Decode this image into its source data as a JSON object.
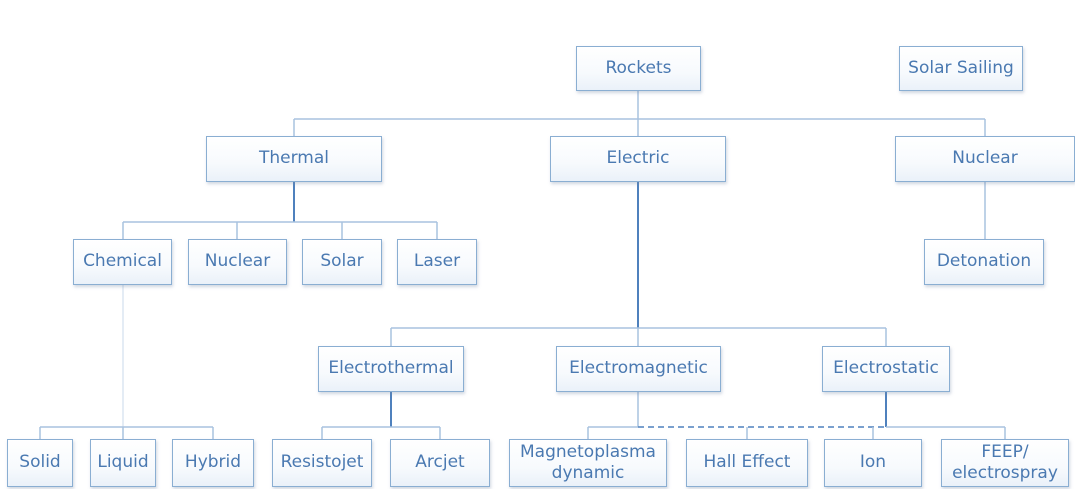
{
  "colors": {
    "line": "#4f81bd",
    "line_light": "#a9c2df",
    "text": "#4a79b1",
    "border": "#8aaed2"
  },
  "nodes": {
    "rockets": "Rockets",
    "solar_sailing": "Solar Sailing",
    "thermal": "Thermal",
    "electric": "Electric",
    "nuclear_top": "Nuclear",
    "chemical": "Chemical",
    "nuclear_thermal": "Nuclear",
    "solar": "Solar",
    "laser": "Laser",
    "detonation": "Detonation",
    "electrothermal": "Electrothermal",
    "electromagnetic": "Electromagnetic",
    "electrostatic": "Electrostatic",
    "solid": "Solid",
    "liquid": "Liquid",
    "hybrid": "Hybrid",
    "resistojet": "Resistojet",
    "arcjet": "Arcjet",
    "magnetoplasma": "Magnetoplasma dynamic",
    "hall_effect": "Hall Effect",
    "ion": "Ion",
    "feep": "FEEP/ electrospray"
  }
}
